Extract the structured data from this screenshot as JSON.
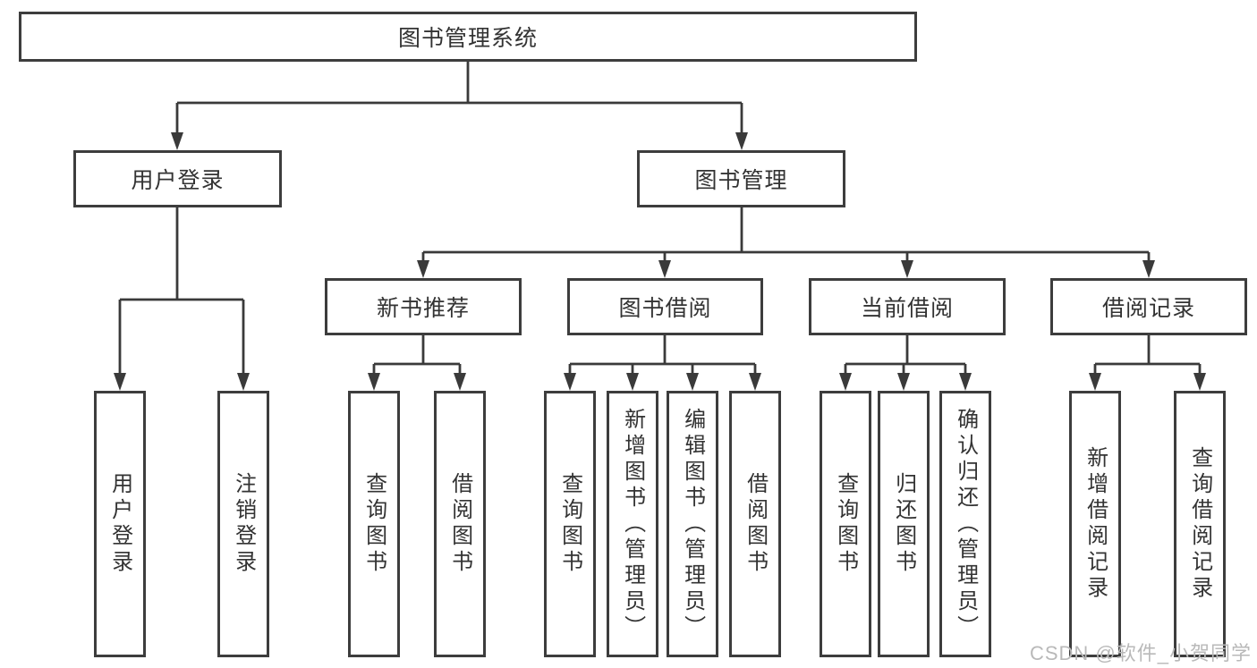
{
  "diagram_title": "图书管理系统",
  "nodes": {
    "root": "图书管理系统",
    "level2": {
      "user_login": "用户登录",
      "book_mgmt": "图书管理"
    },
    "level3": {
      "new_books": "新书推荐",
      "borrowing": "图书借阅",
      "current_loans": "当前借阅",
      "loan_records": "借阅记录"
    },
    "leaves": {
      "user_login_leaf": "用户登录",
      "logout": "注销登录",
      "nb_query_books": "查询图书",
      "nb_borrow_books": "借阅图书",
      "bw_query_books": "查询图书",
      "bw_add_books": "新增图书（管理员）",
      "bw_edit_books": "编辑图书（管理员）",
      "bw_borrow_books": "借阅图书",
      "cl_query_books": "查询图书",
      "cl_return_books": "归还图书",
      "cl_confirm_return": "确认归还（管理员）",
      "lr_add_record": "新增借阅记录",
      "lr_query_record": "查询借阅记录"
    }
  },
  "watermark": "CSDN @软件_小贺同学",
  "colors": {
    "line": "#3a3a3a",
    "border": "#3d3d3d",
    "text": "#333333",
    "watermark": "#b9b9b9",
    "background": "#ffffff"
  }
}
